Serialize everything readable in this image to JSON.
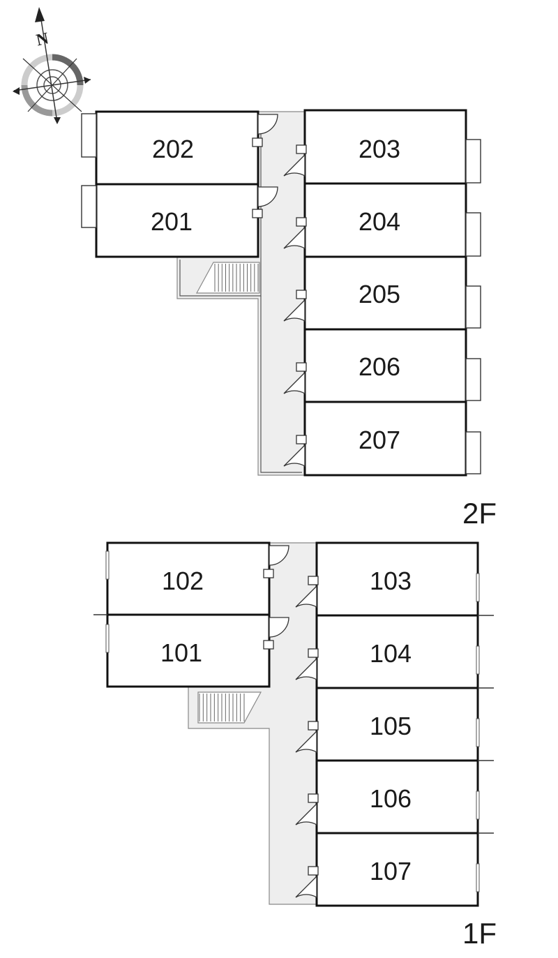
{
  "compass": {
    "north_label": "N",
    "icon": "compass-rose-icon"
  },
  "floors": [
    {
      "label": "2F",
      "rooms": [
        "202",
        "201",
        "203",
        "204",
        "205",
        "206",
        "207"
      ]
    },
    {
      "label": "1F",
      "rooms": [
        "102",
        "101",
        "103",
        "104",
        "105",
        "106",
        "107"
      ]
    }
  ]
}
